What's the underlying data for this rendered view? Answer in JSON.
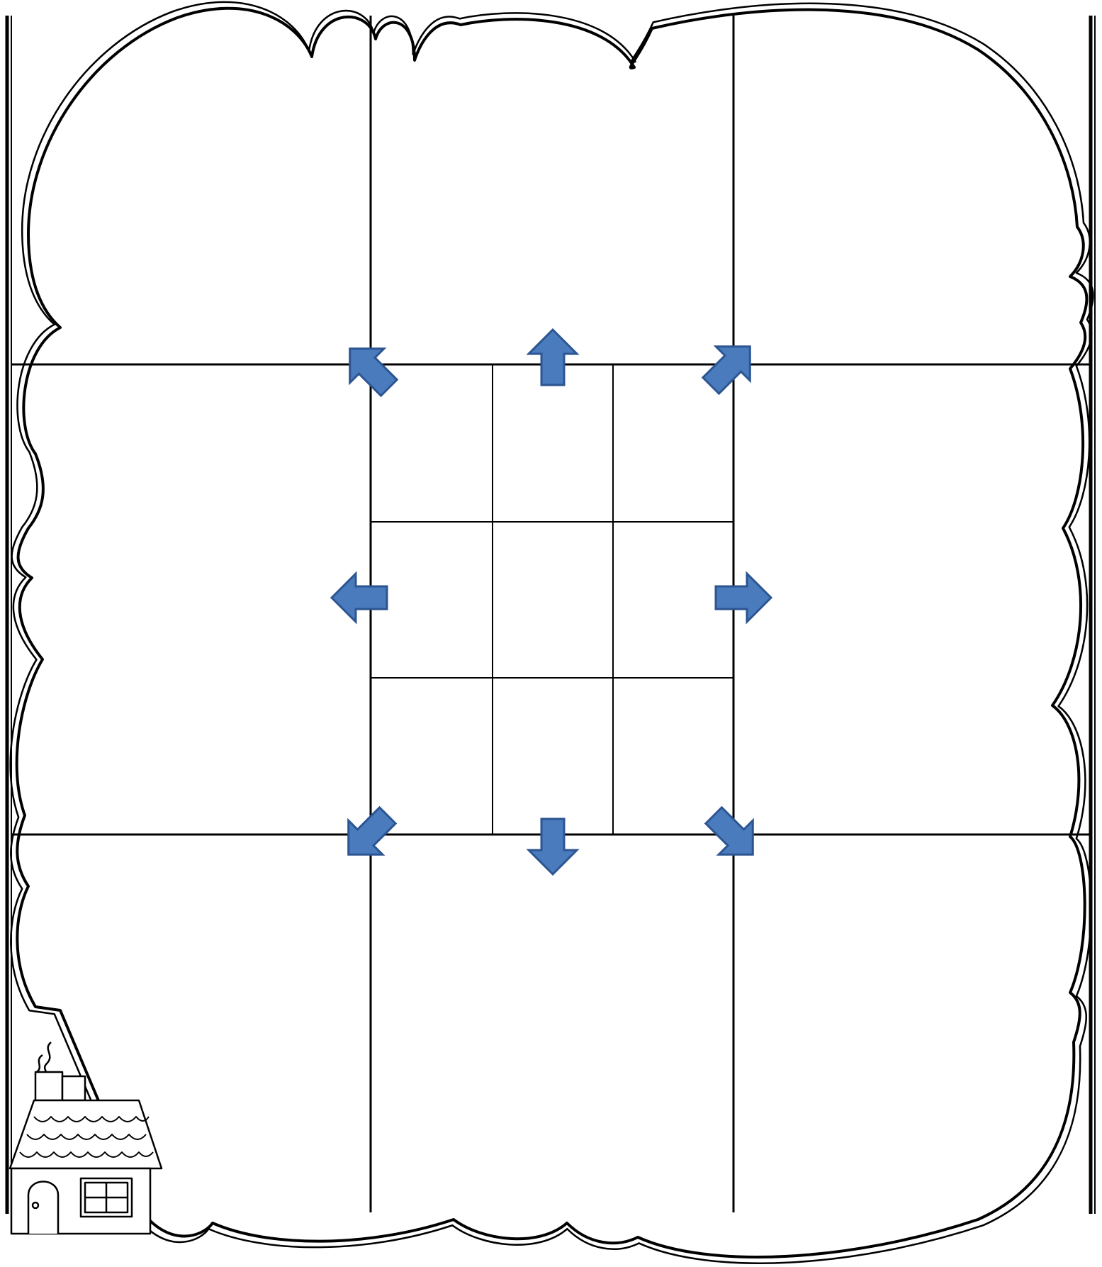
{
  "organizer": {
    "type": "lotus-diagram-graphic-organizer",
    "outer_grid": {
      "rows": 3,
      "columns": 3
    },
    "center_grid": {
      "rows": 3,
      "columns": 3
    },
    "arrow_directions": [
      "up-left",
      "up",
      "up-right",
      "left",
      "right",
      "down-left",
      "down",
      "down-right"
    ],
    "colors": {
      "line": "#000000",
      "arrow_fill": "#4a7bbd",
      "arrow_stroke": "#2c5591",
      "background": "#ffffff"
    },
    "decorations": [
      "cloud-frame",
      "house-icon"
    ]
  }
}
